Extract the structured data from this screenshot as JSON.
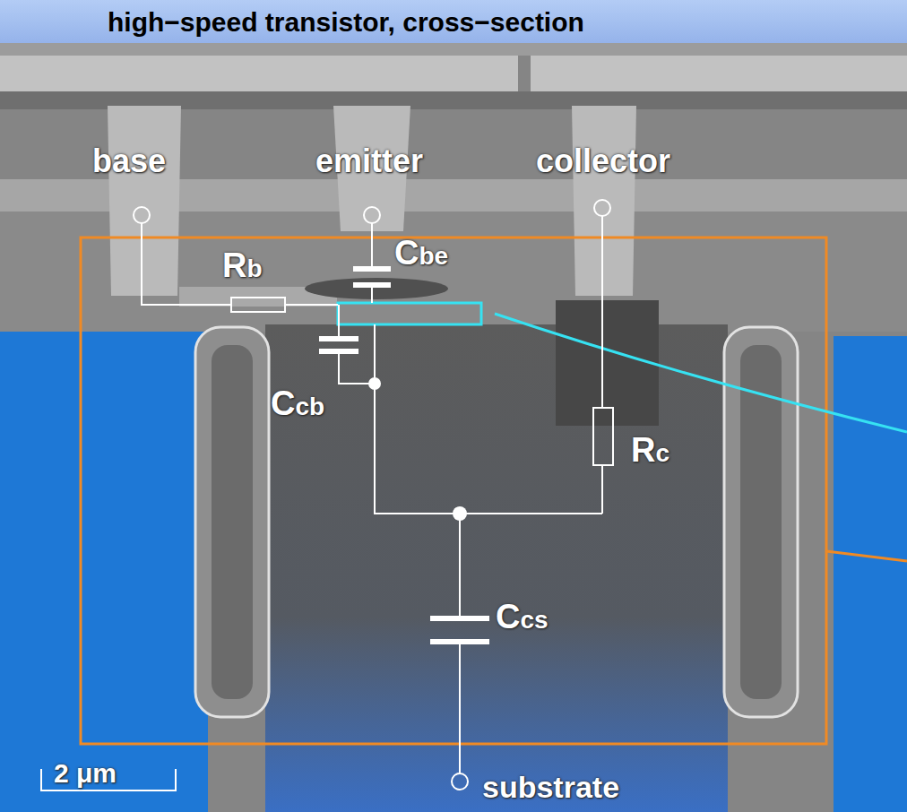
{
  "diagram": {
    "title": "high−speed transistor, cross−section",
    "labels": [
      "base",
      "emitter",
      "collector",
      "Rb",
      "Cbe",
      "Ccb",
      "Rc",
      "Ccs",
      "2 μm",
      "substrate"
    ]
  }
}
